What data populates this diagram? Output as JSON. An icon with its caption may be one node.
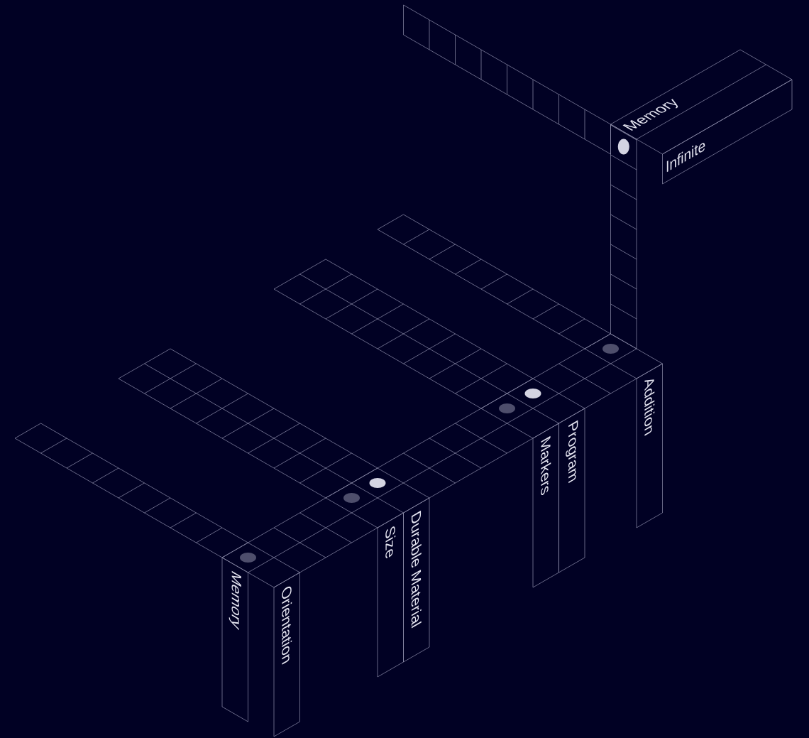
{
  "diagram": {
    "nodes": [
      {
        "text": [
          "Memory"
        ]
      },
      {
        "text": [
          "Infinite"
        ]
      },
      {
        "text": [
          "Addition"
        ]
      },
      {
        "text": [
          "Markers"
        ]
      },
      {
        "text": [
          "Program"
        ]
      },
      {
        "text": [
          "Size"
        ]
      },
      {
        "text": [
          "Durable Material"
        ]
      },
      {
        "text": [
          "Memory"
        ]
      },
      {
        "text": [
          "Orientation"
        ]
      }
    ]
  }
}
